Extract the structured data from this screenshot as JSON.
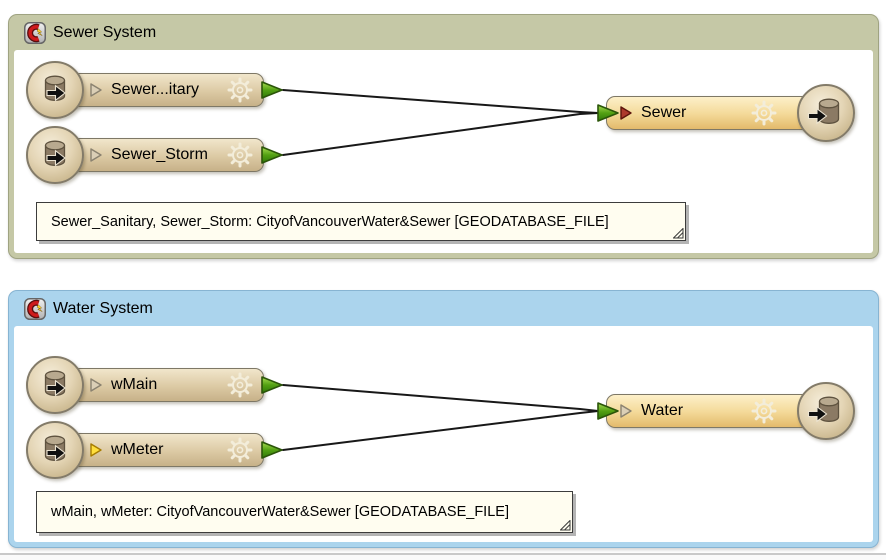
{
  "colors": {
    "canvas-bg": "#ffffff",
    "sewer-frame": "#c5c8a6",
    "water-frame": "#abd4ed",
    "node-reader-top": "#f1e6cb",
    "node-reader-bottom": "#c7b188",
    "node-writer-top": "#fdf0c9",
    "node-writer-bottom": "#e3ba6b",
    "port-green": "#57a616",
    "triangle-red": "#ad392c",
    "triangle-yellow": "#ffdf3d",
    "annotation-bg": "#fffdf0",
    "connection": "#181818"
  },
  "bookmarks": {
    "sewer": {
      "title": "Sewer System",
      "readers": [
        {
          "label": "Sewer...itary"
        },
        {
          "label": "Sewer_Storm"
        }
      ],
      "writer": {
        "label": "Sewer"
      },
      "annotation": {
        "text": "Sewer_Sanitary, Sewer_Storm: CityofVancouverWater&Sewer [GEODATABASE_FILE]"
      }
    },
    "water": {
      "title": "Water System",
      "readers": [
        {
          "label": "wMain"
        },
        {
          "label": "wMeter"
        }
      ],
      "writer": {
        "label": "Water"
      },
      "annotation": {
        "text": "wMain, wMeter: CityofVancouverWater&Sewer [GEODATABASE_FILE]"
      }
    }
  }
}
